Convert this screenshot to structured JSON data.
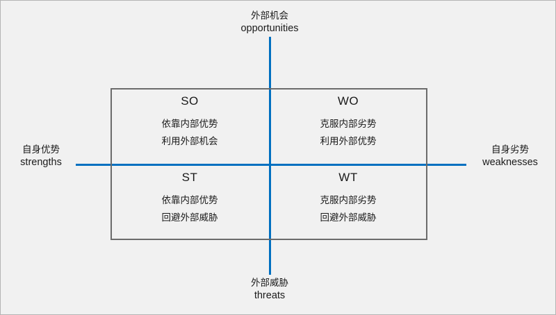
{
  "diagram": {
    "type": "swot-matrix",
    "colors": {
      "background": "#f1f1f1",
      "axis": "#0070c0",
      "rect_border": "#6b6b6b",
      "page_border": "#b4b4b4",
      "text": "#1a1a1a"
    },
    "axes": {
      "top": {
        "cn": "外部机会",
        "en": "opportunities"
      },
      "bottom": {
        "cn": "外部威胁",
        "en": "threats"
      },
      "left": {
        "cn": "自身优势",
        "en": "strengths"
      },
      "right": {
        "cn": "自身劣势",
        "en": "weaknesses"
      }
    },
    "quadrants": [
      {
        "code": "SO",
        "lines": [
          "依靠内部优势",
          "利用外部机会"
        ]
      },
      {
        "code": "WO",
        "lines": [
          "克服内部劣势",
          "利用外部优势"
        ]
      },
      {
        "code": "ST",
        "lines": [
          "依靠内部优势",
          "回避外部威胁"
        ]
      },
      {
        "code": "WT",
        "lines": [
          "克服内部劣势",
          "回避外部威胁"
        ]
      }
    ]
  }
}
